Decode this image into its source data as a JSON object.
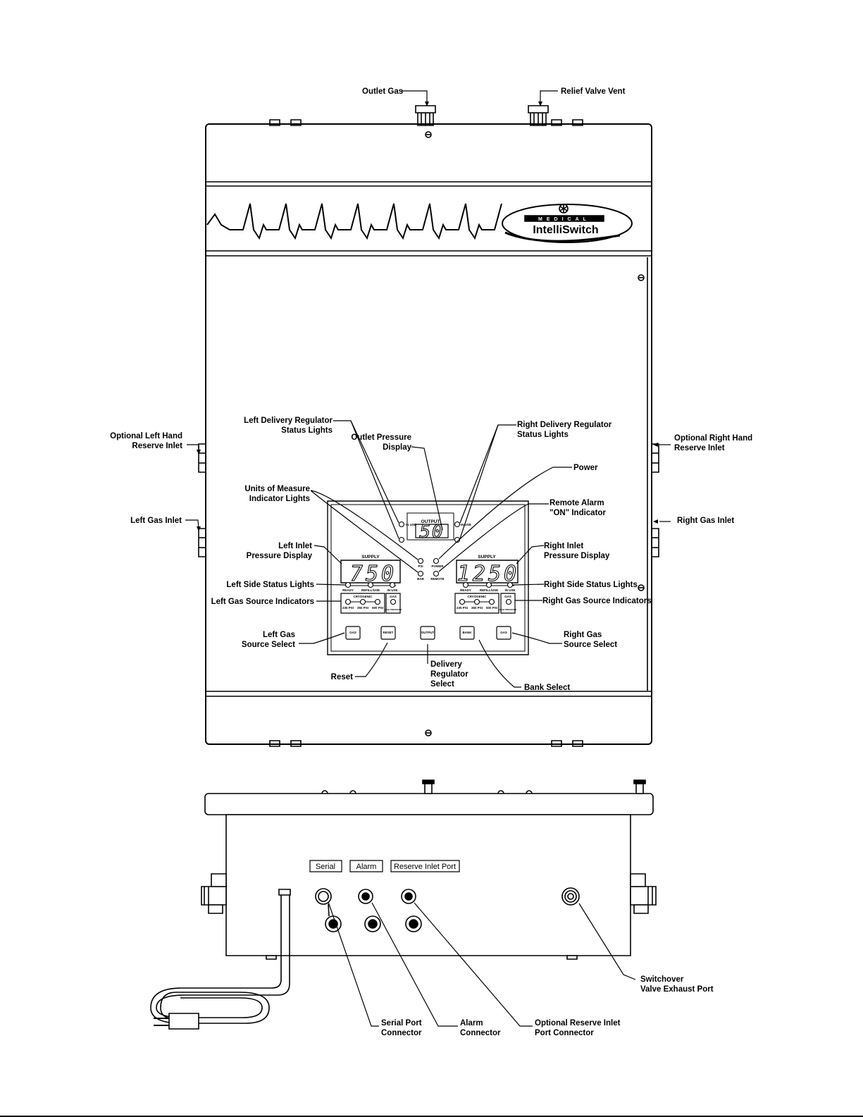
{
  "logo": {
    "medical": "MEDICAL",
    "brand": "IntelliSwitch"
  },
  "panel": {
    "output_label": "OUTPUT",
    "output_value": "50",
    "supply_left_label": "SUPPLY",
    "supply_left_value": "750",
    "supply_right_label": "SUPPLY",
    "supply_right_value": "1250",
    "in_use_left": "IN USE",
    "in_use_right": "IN USE",
    "psi": "PSI",
    "bar": "BAR",
    "power": "POWER",
    "remote": "REMOTE",
    "status_left": [
      "READY",
      "REFILL/USE",
      "IN USE"
    ],
    "status_right": [
      "READY",
      "REFILL/USE",
      "IN USE"
    ],
    "cryogenic": "CRYOGENIC",
    "gas": "GAS",
    "high_pressure": "HIGH PRESSURE",
    "source_left": [
      "235 PSI",
      "350 PSI",
      "500 PSI"
    ],
    "source_right": [
      "235 PSI",
      "350 PSI",
      "500 PSI"
    ],
    "buttons": [
      "GAS",
      "RESET",
      "OUTPUT",
      "BANK",
      "GAS"
    ]
  },
  "callouts": {
    "outlet_gas": "Outlet Gas",
    "relief_valve_vent": "Relief Valve Vent",
    "left_delivery_regulator": [
      "Left Delivery Regulator",
      "Status Lights"
    ],
    "outlet_pressure_display": [
      "Outlet Pressure",
      "Display"
    ],
    "right_delivery_regulator": [
      "Right Delivery Regulator",
      "Status Lights"
    ],
    "optional_left_hand": [
      "Optional Left Hand",
      "Reserve Inlet"
    ],
    "optional_right_hand": [
      "Optional Right Hand",
      "Reserve Inlet"
    ],
    "power": "Power",
    "units_of_measure": [
      "Units of Measure",
      "Indicator Lights"
    ],
    "remote_alarm": [
      "Remote Alarm",
      "\"ON\" Indicator"
    ],
    "left_gas_inlet": "Left Gas Inlet",
    "right_gas_inlet": "Right Gas Inlet",
    "left_inlet_pressure": [
      "Left Inlet",
      "Pressure Display"
    ],
    "right_inlet_pressure": [
      "Right Inlet",
      "Pressure Display"
    ],
    "left_side_status": "Left Side Status Lights",
    "right_side_status": "Right Side Status Lights",
    "left_gas_source_ind": "Left Gas Source Indicators",
    "right_gas_source_ind": "Right Gas Source Indicators",
    "left_gas_source_select": [
      "Left Gas",
      "Source Select"
    ],
    "right_gas_source_select": [
      "Right Gas",
      "Source Select"
    ],
    "reset": "Reset",
    "delivery_regulator_select": [
      "Delivery",
      "Regulator",
      "Select"
    ],
    "bank_select": "Bank Select",
    "switchover_exhaust": [
      "Switchover",
      "Valve Exhaust Port"
    ],
    "serial_port_connector": [
      "Serial Port",
      "Connector"
    ],
    "alarm_connector": [
      "Alarm",
      "Connector"
    ],
    "optional_reserve_connector": [
      "Optional Reserve Inlet",
      "Port Connector"
    ]
  },
  "port_labels": {
    "serial": "Serial",
    "alarm": "Alarm",
    "reserve": "Reserve Inlet Port"
  }
}
